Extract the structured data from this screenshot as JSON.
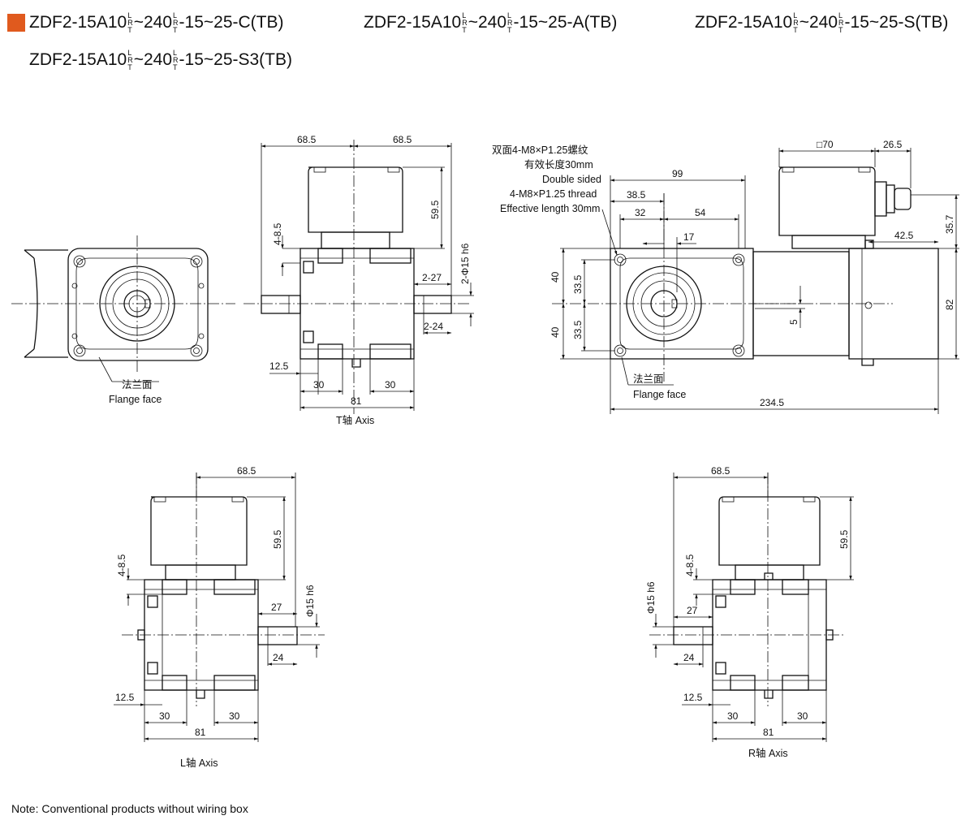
{
  "colors": {
    "accent": "#e05a1e"
  },
  "headers": [
    {
      "pre": "ZDF2-15A10",
      "mid": "~240",
      "post": "-15~25-C(TB)"
    },
    {
      "pre": "ZDF2-15A10",
      "mid": "~240",
      "post": "-15~25-A(TB)"
    },
    {
      "pre": "ZDF2-15A10",
      "mid": "~240",
      "post": "-15~25-S(TB)"
    },
    {
      "pre": "ZDF2-15A10",
      "mid": "~240",
      "post": "-15~25-S3(TB)"
    }
  ],
  "stack_letters": {
    "top": "L",
    "mid": "R",
    "bottom": "T"
  },
  "views": {
    "front": {
      "flange_cn": "法兰面",
      "flange_en": "Flange face"
    },
    "t_axis": {
      "label": "T轴 Axis",
      "dims": {
        "w1": "68.5",
        "w2": "68.5",
        "h_box": "59.5",
        "screw": "4-8.5",
        "shaft_d": "2-Φ15 h6",
        "shaft_l1": "2-27",
        "shaft_l2": "2-24",
        "offset": "12.5",
        "b1": "30",
        "b2": "30",
        "total": "81"
      }
    },
    "side": {
      "thread_note": [
        "双面4-M8×P1.25螺纹",
        "有效长度30mm",
        "Double sided",
        "4-M8×P1.25 thread",
        "Effective length 30mm"
      ],
      "flange_cn": "法兰面",
      "flange_en": "Flange face",
      "dims": {
        "box": "□70",
        "box_off": "26.5",
        "d99": "99",
        "d38": "38.5",
        "d32": "32",
        "d54": "54",
        "d17": "17",
        "d42": "42.5",
        "d35": "35.7",
        "d40a": "40",
        "d40b": "40",
        "d33a": "33.5",
        "d33b": "33.5",
        "d5": "5",
        "d82": "82",
        "total": "234.5"
      }
    },
    "l_axis": {
      "label": "L轴 Axis",
      "dims": {
        "w": "68.5",
        "h_box": "59.5",
        "screw": "4-8.5",
        "shaft_d": "Φ15 h6",
        "l1": "27",
        "l2": "24",
        "offset": "12.5",
        "b1": "30",
        "b2": "30",
        "total": "81"
      }
    },
    "r_axis": {
      "label": "R轴 Axis",
      "dims": {
        "w": "68.5",
        "h_box": "59.5",
        "screw": "4-8.5",
        "shaft_d": "Φ15 h6",
        "l1": "27",
        "l2": "24",
        "offset": "12.5",
        "b1": "30",
        "b2": "30",
        "total": "81"
      }
    }
  },
  "note": "Note: Conventional products without wiring box"
}
